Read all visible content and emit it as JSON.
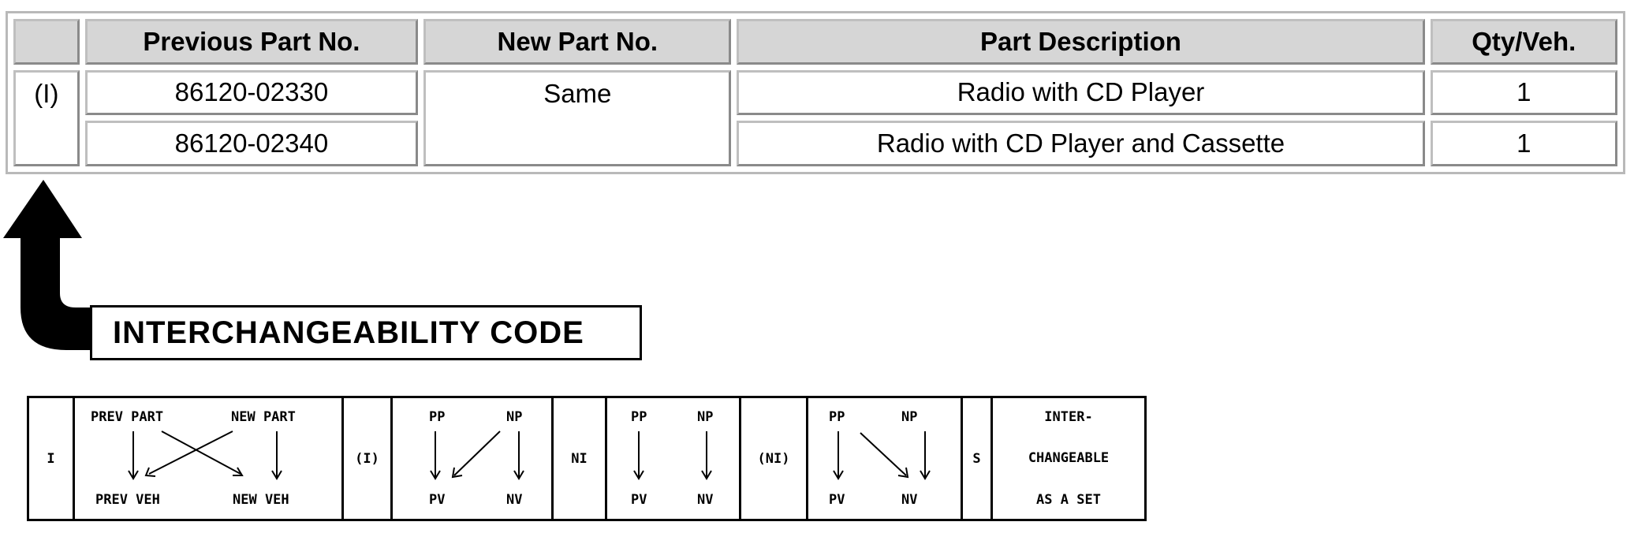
{
  "table": {
    "headers": [
      "",
      "Previous Part No.",
      "New Part No.",
      "Part Description",
      "Qty/Veh."
    ],
    "code": "(I)",
    "new_part": "Same",
    "rows": [
      {
        "previous": "86120-02330",
        "description": "Radio with CD Player",
        "qty": "1"
      },
      {
        "previous": "86120-02340",
        "description": "Radio with CD Player and Cassette",
        "qty": "1"
      }
    ]
  },
  "callout": {
    "label": "INTERCHANGEABILITY CODE"
  },
  "legend": {
    "codes": [
      "I",
      "(I)",
      "NI",
      "(NI)",
      "S"
    ],
    "i_diagram": {
      "top_left": "PREV PART",
      "top_right": "NEW PART",
      "bottom_left": "PREV VEH",
      "bottom_right": "NEW VEH"
    },
    "pp": "PP",
    "np": "NP",
    "pv": "PV",
    "nv": "NV",
    "set_text": [
      "INTER-",
      "CHANGEABLE",
      "AS A SET"
    ]
  }
}
